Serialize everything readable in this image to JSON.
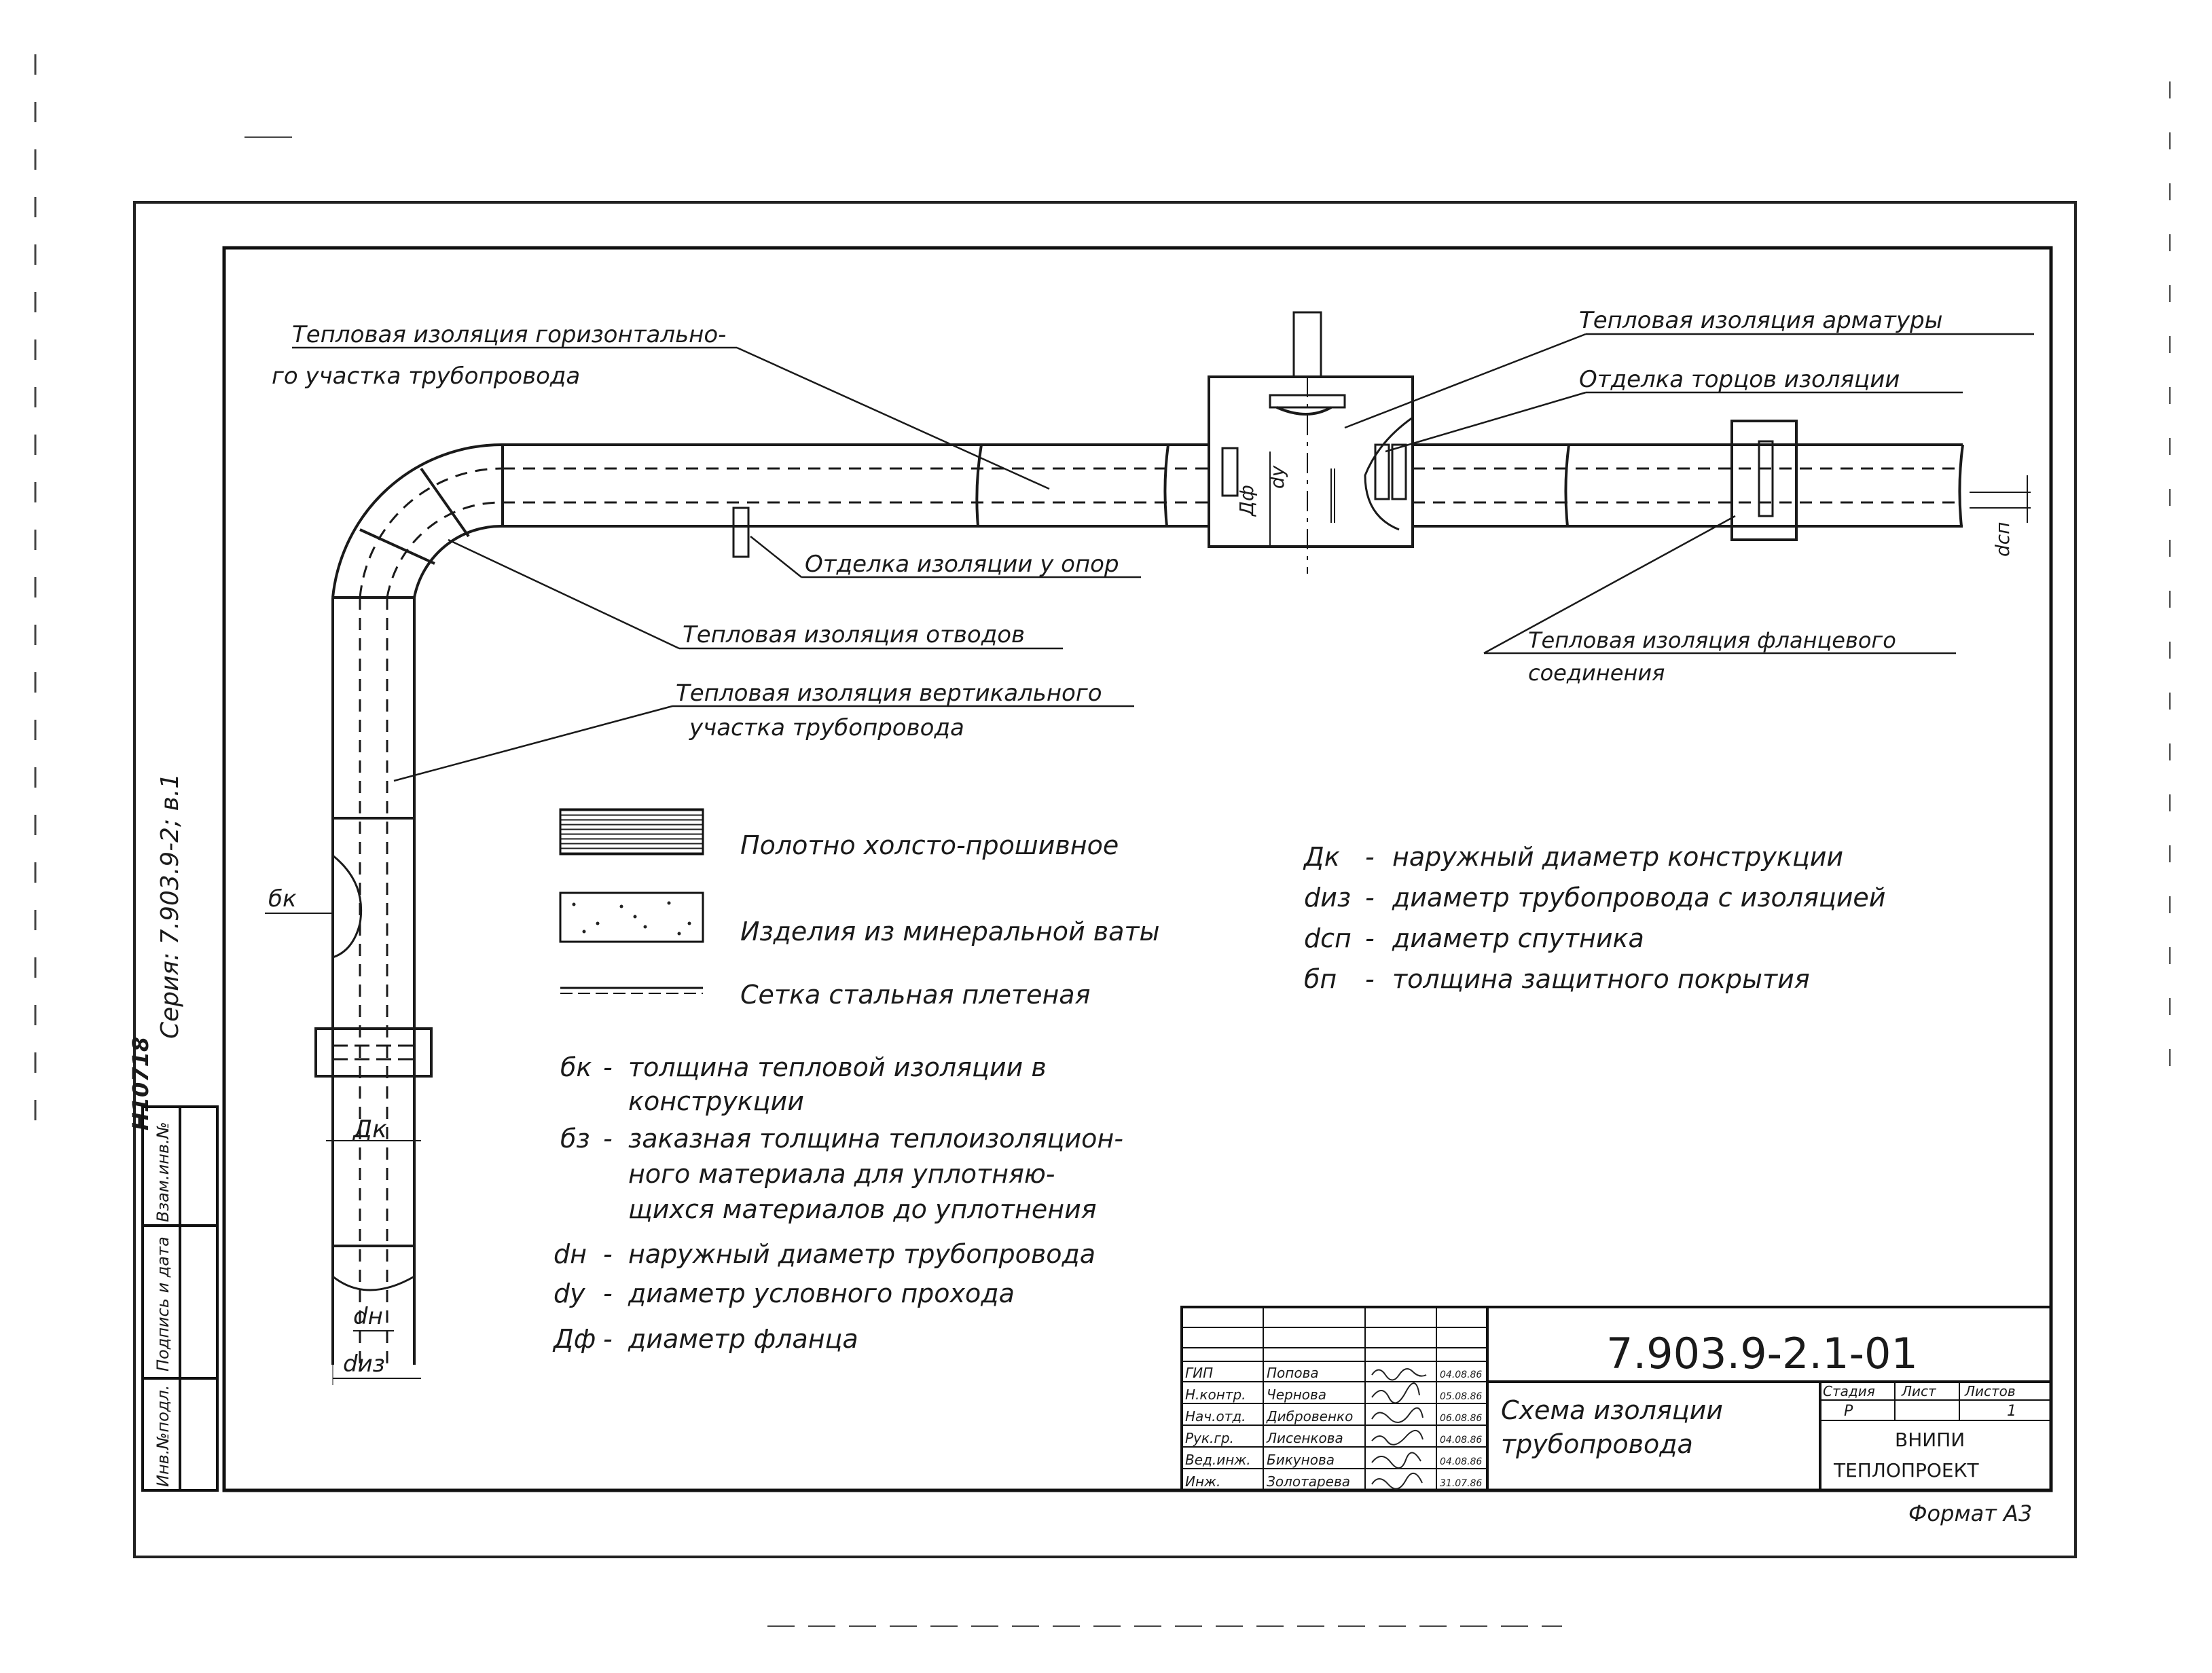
{
  "callouts": {
    "horizontal_line1": "Тепловая изоляция горизонтально-",
    "horizontal_line2": "го участка трубопровода",
    "armature": "Тепловая изоляция арматуры",
    "end_finish": "Отделка торцов изоляции",
    "support_finish": "Отделка изоляции у опор",
    "bends": "Тепловая изоляция отводов",
    "vertical_line1": "Тепловая изоляция вертикального",
    "vertical_line2": "участка трубопровода",
    "flange_line1": "Тепловая изоляция фланцевого",
    "flange_line2": "соединения"
  },
  "dimensions": {
    "dk": "Дк",
    "dn": "dн",
    "diz": "dиз",
    "dy": "dу",
    "df": "Дф",
    "dsp": "dсп",
    "bk": "бк"
  },
  "legend": [
    {
      "symbol": "hatched",
      "label": "Полотно холсто-прошивное"
    },
    {
      "symbol": "dotted",
      "label": "Изделия из минеральной ваты"
    },
    {
      "symbol": "mesh",
      "label": "Сетка стальная плетеная"
    }
  ],
  "definitions_left": [
    {
      "sym": "бк",
      "dash": "-",
      "lines": [
        "толщина тепловой изоляции в",
        "конструкции"
      ]
    },
    {
      "sym": "бз",
      "dash": "-",
      "lines": [
        "заказная толщина теплоизоляцион-",
        "ного материала для уплотняю-",
        "щихся материалов до уплотнения"
      ]
    },
    {
      "sym": "dн",
      "dash": "-",
      "lines": [
        "наружный диаметр трубопровода"
      ]
    },
    {
      "sym": "dу",
      "dash": "-",
      "lines": [
        "диаметр условного прохода"
      ]
    },
    {
      "sym": "Дф",
      "dash": "-",
      "lines": [
        "диаметр фланца"
      ]
    }
  ],
  "definitions_right": [
    {
      "sym": "Дк",
      "dash": "-",
      "text": "наружный диаметр конструкции"
    },
    {
      "sym": "dиз",
      "dash": "-",
      "text": "диаметр трубопровода с изоляцией"
    },
    {
      "sym": "dсп",
      "dash": "-",
      "text": "диаметр спутника"
    },
    {
      "sym": "бп",
      "dash": "-",
      "text": "толщина защитного покрытия"
    }
  ],
  "side_stamp": {
    "series": "Серия: 7.903.9-2; в.1",
    "inventory": "Н10718",
    "box_inv": "Взам.инв.№",
    "box_sign": "Подпись и дата",
    "box_orig": "Инв.№подл."
  },
  "title_block": {
    "doc_number": "7.903.9-2.1-01",
    "title_line1": "Схема изоляции",
    "title_line2": "трубопровода",
    "stage_header": "Стадия",
    "sheet_header": "Лист",
    "sheets_header": "Листов",
    "stage": "Р",
    "sheet": "",
    "sheets": "1",
    "org_line1": "ВНИПИ",
    "org_line2": "ТЕПЛОПРОЕКТ",
    "format": "Формат А3",
    "people": [
      {
        "role": "ГИП",
        "name": "Попова",
        "date": "04.08.86"
      },
      {
        "role": "Н.контр.",
        "name": "Чернова",
        "date": "05.08.86"
      },
      {
        "role": "Нач.отд.",
        "name": "Дибровенко",
        "date": "06.08.86"
      },
      {
        "role": "Рук.гр.",
        "name": "Лисенкова",
        "date": "04.08.86"
      },
      {
        "role": "Вед.инж.",
        "name": "Бикунова",
        "date": "04.08.86"
      },
      {
        "role": "Инж.",
        "name": "Золотарева",
        "date": "31.07.86"
      }
    ]
  }
}
